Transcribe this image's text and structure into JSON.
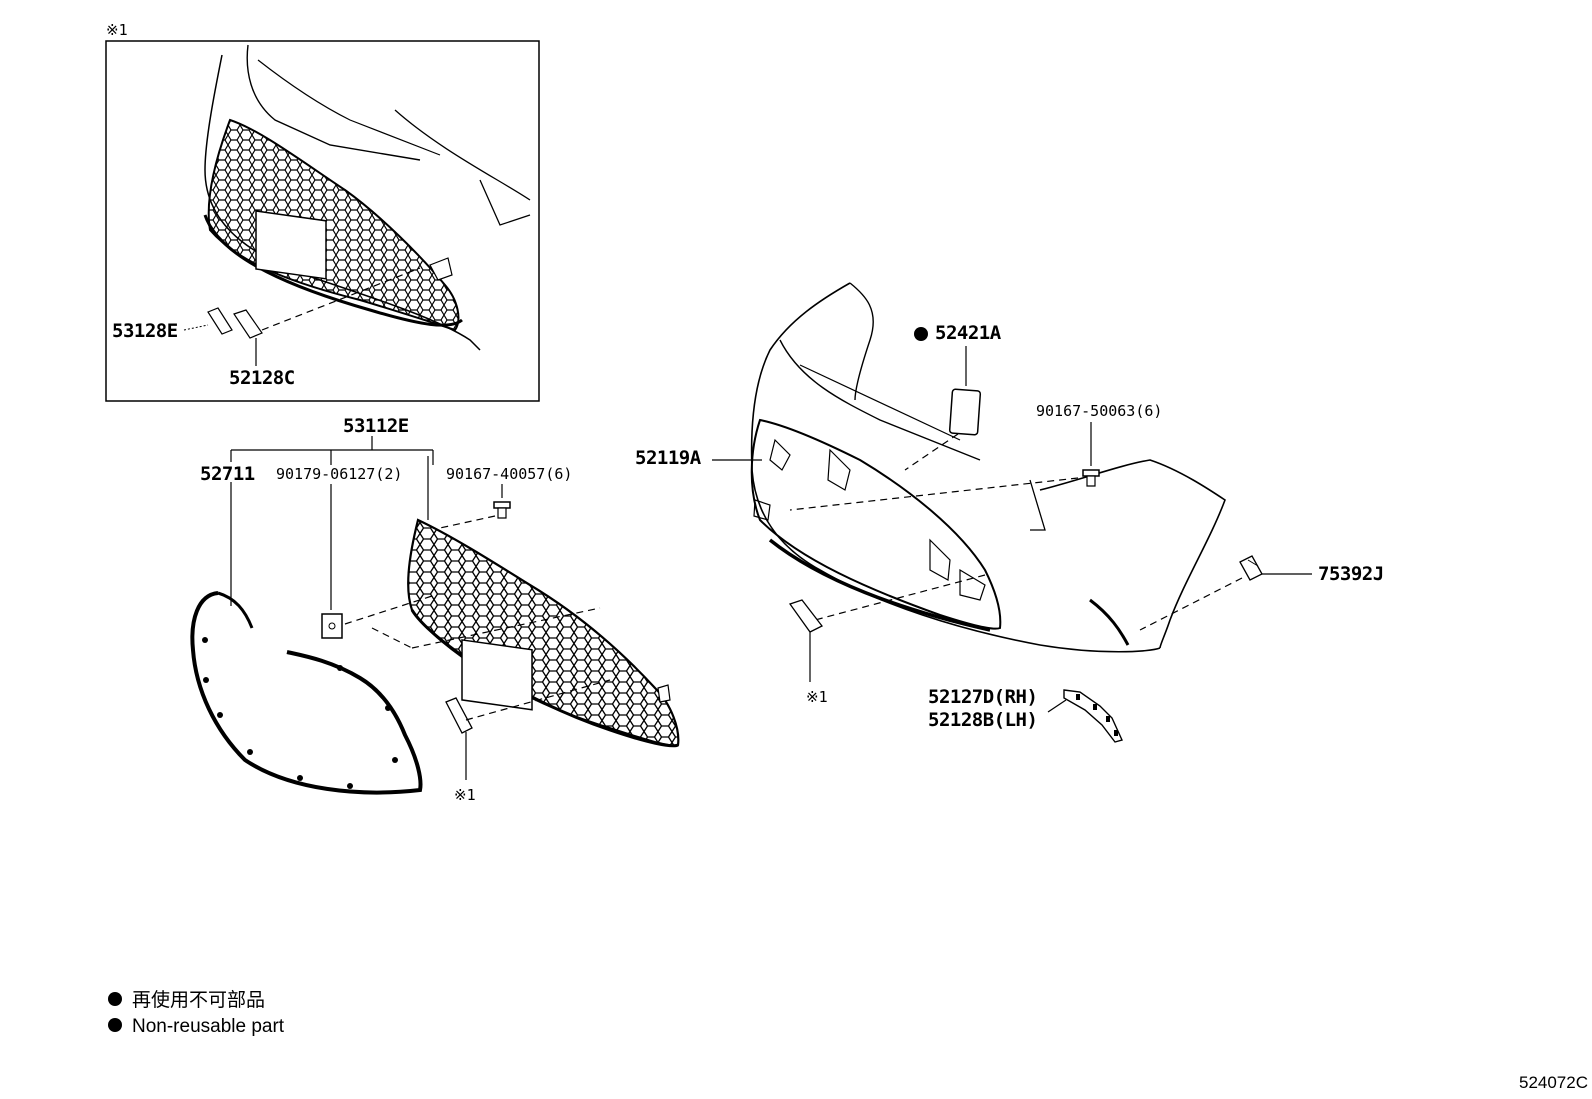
{
  "inset": {
    "marker": "※1"
  },
  "labels": {
    "p53128E": "53128E",
    "p52128C": "52128C",
    "p53112E": "53112E",
    "p52711": "52711",
    "p90179": "90179-06127(2)",
    "p90167a": "90167-40057(6)",
    "p52119A": "52119A",
    "p52421A": "52421A",
    "p90167b": "90167-50063(6)",
    "p75392J": "75392J",
    "p52127D": "52127D(RH)",
    "p52128B": "52128B(LH)",
    "ref1": "※1",
    "ref2": "※1"
  },
  "legend": {
    "ja": "再使用不可部品",
    "en": "Non-reusable part"
  },
  "diagram_code": "524072C"
}
